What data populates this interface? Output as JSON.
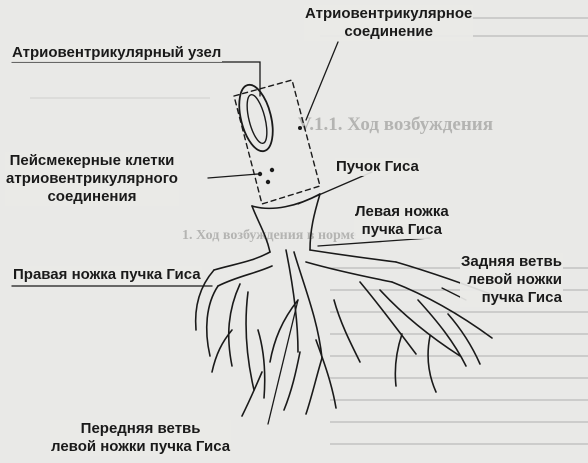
{
  "labels": {
    "av_connection_line1": "Атриовентрикулярное",
    "av_connection_line2": "соединение",
    "av_node": "Атриовентрикулярный узел",
    "pacemaker_line1": "Пейсмекерные клетки",
    "pacemaker_line2": "атриовентрикулярного",
    "pacemaker_line3": "соединения",
    "his_bundle": "Пучок Гиса",
    "left_branch_line1": "Левая ножка",
    "left_branch_line2": "пучка Гиса",
    "right_branch": "Правая ножка пучка Гиса",
    "posterior_line1": "Задняя ветвь",
    "posterior_line2": "левой ножки",
    "posterior_line3": "пучка Гиса",
    "anterior_line1": "Передняя ветвь",
    "anterior_line2": "левой ножки пучка Гиса"
  },
  "background_text": {
    "heading": "V.1.1. Ход возбуждения",
    "subheading": "1. Ход возбуждения в норме"
  },
  "colors": {
    "ink": "#1a1a1a",
    "paper": "#e9e9e7",
    "bleed": "#b4b4b2"
  }
}
